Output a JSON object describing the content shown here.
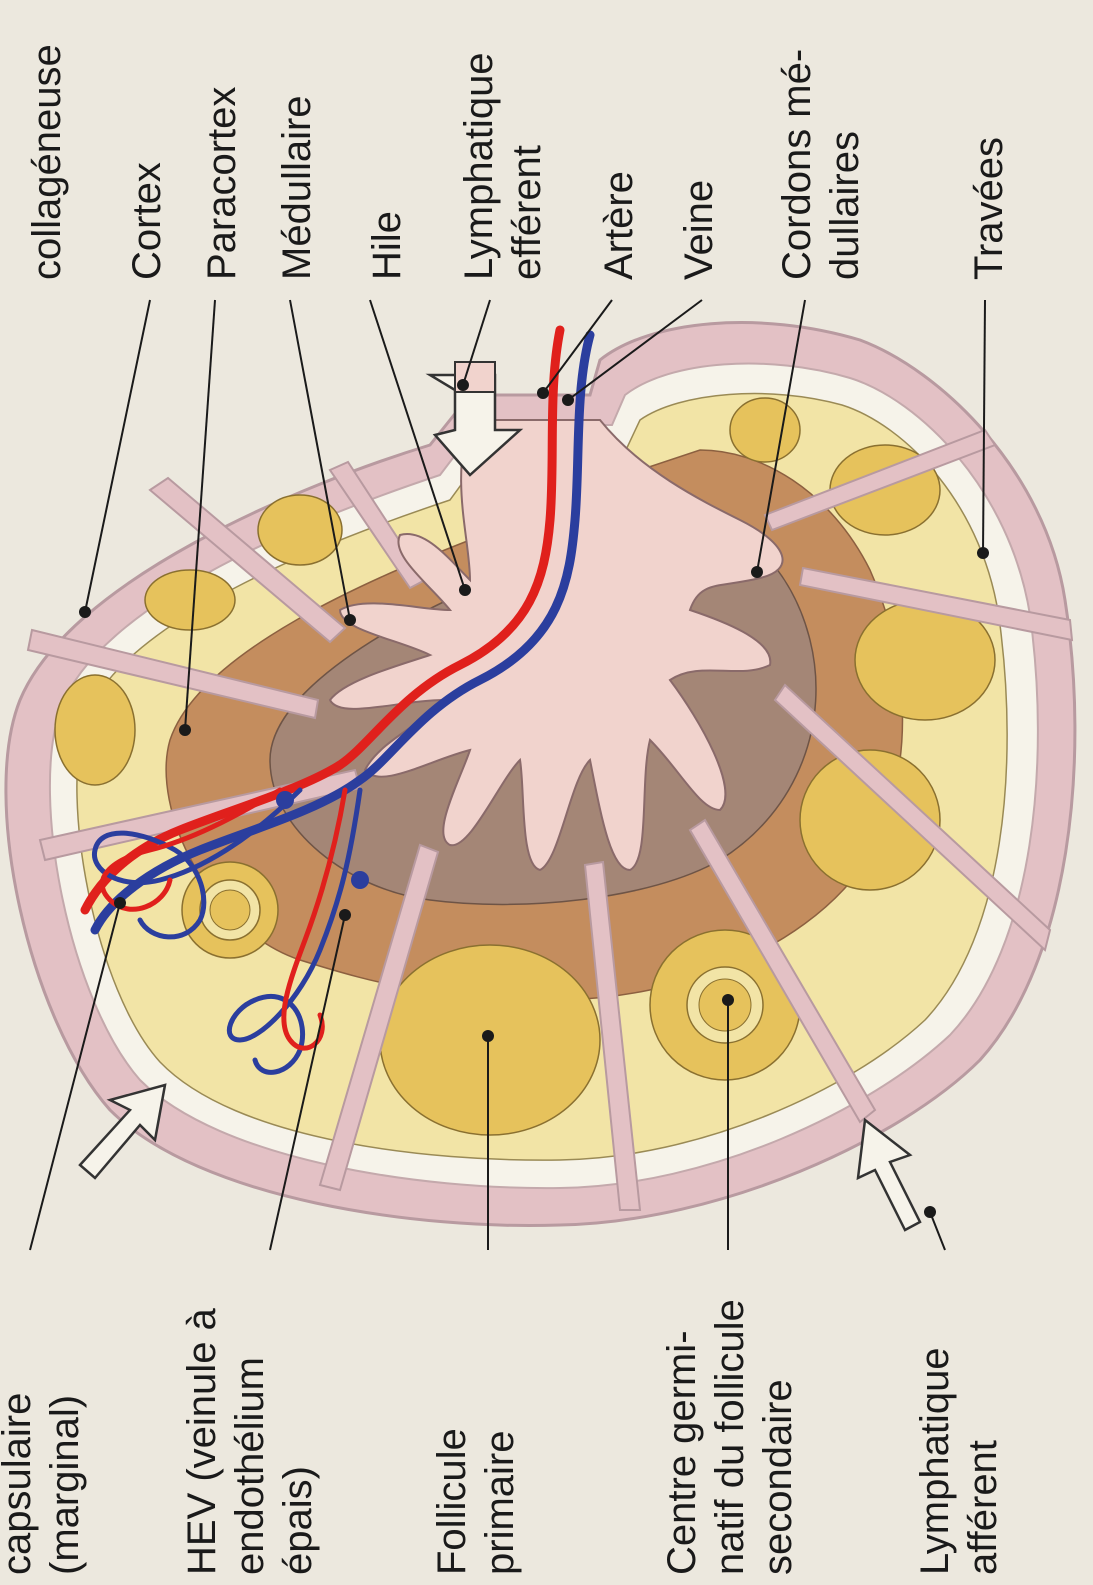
{
  "labels": {
    "sinus_capsulaire": [
      "capsulaire",
      "(marginal)"
    ],
    "capsule": [
      "collagéneuse"
    ],
    "cortex": [
      "Cortex"
    ],
    "paracortex": [
      "Paracortex"
    ],
    "medullaire": [
      "Médullaire"
    ],
    "hile": [
      "Hile"
    ],
    "lymphatique_efferent": [
      "Lymphatique",
      "efférent"
    ],
    "artere": [
      "Artère"
    ],
    "veine": [
      "Veine"
    ],
    "cordons": [
      "Cordons mé-",
      "dullaires"
    ],
    "travees": [
      "Travées"
    ],
    "hev": [
      "HEV (veinule à",
      "endothélium",
      "épais)"
    ],
    "follicule_primaire": [
      "Follicule",
      "primaire"
    ],
    "centre_germinatif": [
      "Centre germi-",
      "natif du follicule",
      "secondaire"
    ],
    "lymphatique_afferent": [
      "Lymphatique",
      "afférent"
    ]
  },
  "colors": {
    "background": "#ece8de",
    "capsule": "#e3c1c5",
    "sinus": "#f6f3ea",
    "cortex": "#f2e4a6",
    "follicle": "#e6c25c",
    "paracortex": "#c48d5e",
    "medulla": "#a48676",
    "hilum": "#f1d3cd",
    "artery": "#e0201c",
    "vein": "#2b3e9e"
  }
}
